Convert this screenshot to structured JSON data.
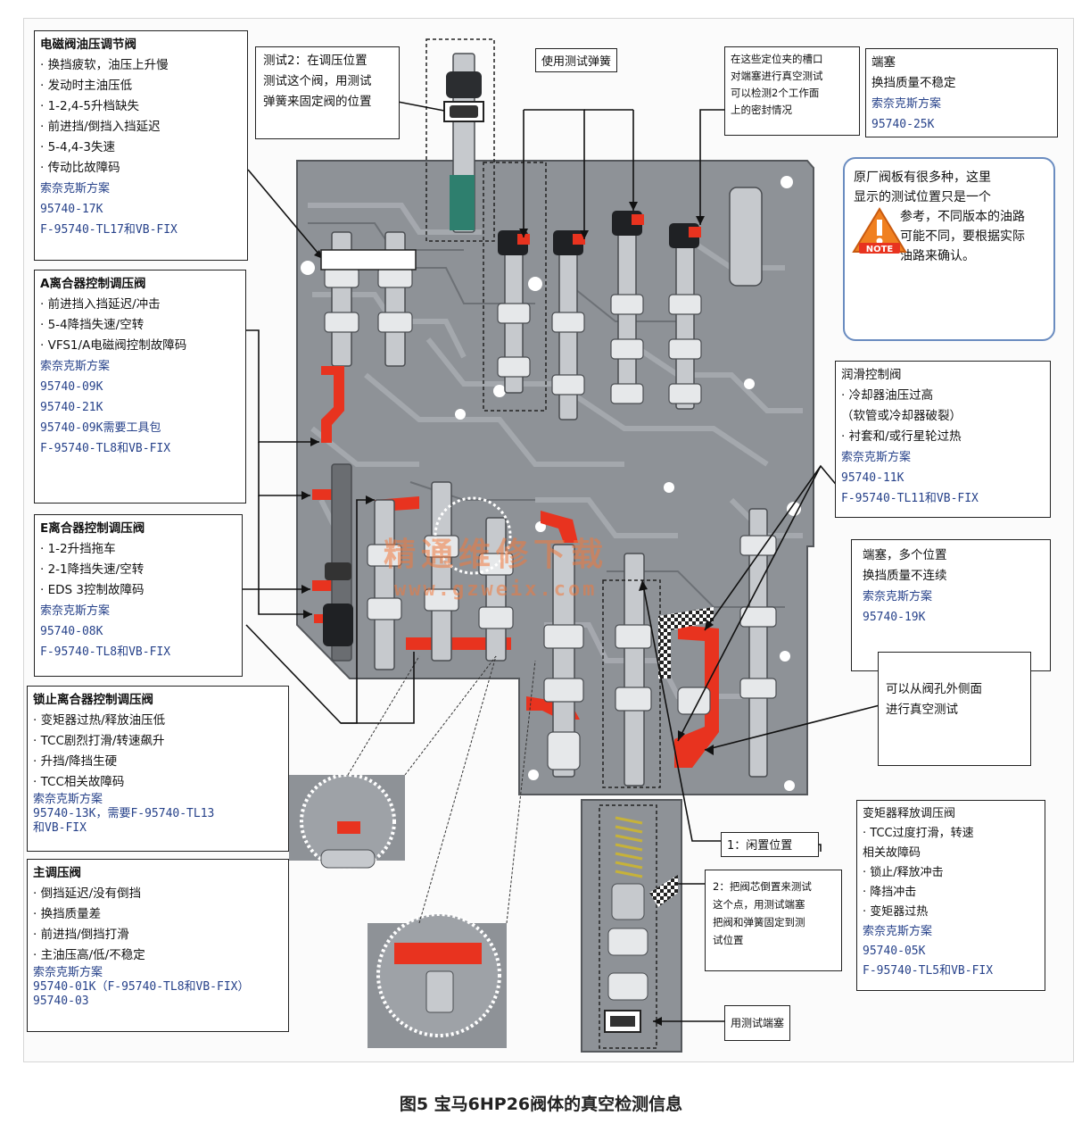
{
  "solenoid_box": {
    "title": "电磁阀油压调节阀",
    "items": [
      "换挡疲软，油压上升慢",
      "发动时主油压低",
      "1-2,4-5升档缺失",
      "前进挡/倒挡入挡延迟",
      "5-4,4-3失速",
      "传动比故障码"
    ],
    "brand": "索奈克斯方案",
    "codes": [
      "95740-17K",
      "F-95740-TL17和VB-FIX"
    ]
  },
  "a_clutch_box": {
    "title": "A离合器控制调压阀",
    "items": [
      "前进挡入挡延迟/冲击",
      "5-4降挡失速/空转",
      "VFS1/A电磁阀控制故障码"
    ],
    "brand": "索奈克斯方案",
    "codes": [
      "95740-09K",
      "95740-21K",
      "95740-09K需要工具包",
      "F-95740-TL8和VB-FIX"
    ]
  },
  "e_clutch_box": {
    "title": "E离合器控制调压阀",
    "items": [
      "1-2升挡拖车",
      "2-1降挡失速/空转",
      "EDS 3控制故障码"
    ],
    "brand": "索奈克斯方案",
    "codes": [
      "95740-08K",
      "F-95740-TL8和VB-FIX"
    ]
  },
  "lockup_box": {
    "title": "锁止离合器控制调压阀",
    "items": [
      "变矩器过热/释放油压低",
      "TCC剧烈打滑/转速飙升",
      "升挡/降挡生硬",
      "TCC相关故障码"
    ],
    "brand": "索奈克斯方案",
    "codes": [
      "95740-13K，需要F-95740-TL13",
      "和VB-FIX"
    ]
  },
  "main_reg_box": {
    "title": "主调压阀",
    "items": [
      "倒挡延迟/没有倒挡",
      "换挡质量差",
      "前进挡/倒挡打滑",
      "主油压高/低/不稳定"
    ],
    "brand": "索奈克斯方案",
    "codes": [
      "95740-01K（F-95740-TL8和VB-FIX）",
      "95740-03"
    ]
  },
  "test2_box": {
    "lines": [
      "测试2：在调压位置",
      "测试这个阀，用测试",
      "弹簧来固定阀的位置"
    ]
  },
  "spring_label": "使用测试弹簧",
  "locate_box": {
    "lines": [
      "在这些定位夹的槽口",
      "对端塞进行真空测试",
      "可以检测2个工作面",
      "上的密封情况"
    ]
  },
  "endplug_box": {
    "title": "端塞",
    "items": [
      "换挡质量不稳定"
    ],
    "brand": "索奈克斯方案",
    "codes": [
      "95740-25K"
    ]
  },
  "note": {
    "badge": "NOTE",
    "lines": [
      "原厂阀板有很多种，这里",
      "显示的测试位置只是一个",
      "参考，不同版本的油路",
      "可能不同，要根据实际",
      "油路来确认。"
    ]
  },
  "lube_box": {
    "title": "润滑控制阀",
    "items": [
      "冷却器油压过高"
    ],
    "sub": [
      "（软管或冷却器破裂）"
    ],
    "items2": [
      "衬套和/或行星轮过热"
    ],
    "brand": "索奈克斯方案",
    "codes": [
      "95740-11K",
      "F-95740-TL11和VB-FIX"
    ]
  },
  "multi_plug_box": {
    "lines": [
      "端塞，多个位置",
      "换挡质量不连续"
    ],
    "brand": "索奈克斯方案",
    "codes": [
      "95740-19K"
    ]
  },
  "outside_box": {
    "lines": [
      "可以从阀孔外侧面",
      "进行真空测试"
    ]
  },
  "tc_release_box": {
    "title": "变矩器释放调压阀",
    "items": [
      "TCC过度打滑，转速"
    ],
    "plain": [
      "相关故障码"
    ],
    "items2": [
      "锁止/释放冲击",
      "降挡冲击",
      "变矩器过热"
    ],
    "brand": "索奈克斯方案",
    "codes": [
      "95740-05K",
      "F-95740-TL5和VB-FIX"
    ]
  },
  "idle_pos_label": "1：闲置位置",
  "test_point_box": {
    "lines": [
      "2：把阀芯倒置来测试",
      "这个点，用测试端塞",
      "把阀和弹簧固定到测",
      "试位置"
    ]
  },
  "test_plug_label": "用测试端塞",
  "watermark": {
    "cn": "精通维修下载",
    "url": "www.gzweix.com"
  },
  "caption": "图5  宝马6HP26阀体的真空检测信息",
  "colors": {
    "red": "#e8331f",
    "body": "#8d9197",
    "dark": "#3b3d40"
  }
}
